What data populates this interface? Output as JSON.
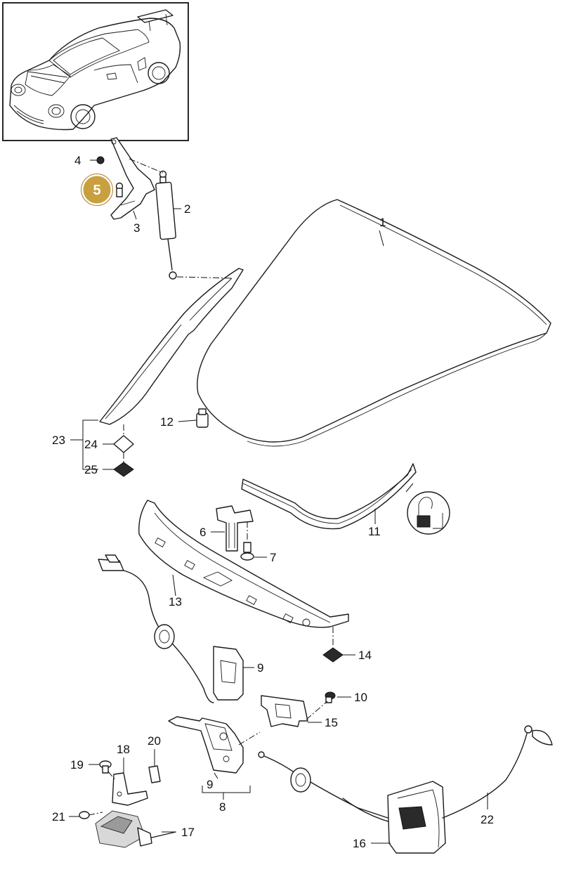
{
  "diagram": {
    "callouts": [
      {
        "id": "1",
        "text": "1"
      },
      {
        "id": "2",
        "text": "2"
      },
      {
        "id": "3",
        "text": "3"
      },
      {
        "id": "4",
        "text": "4"
      },
      {
        "id": "5",
        "text": "5"
      },
      {
        "id": "6",
        "text": "6"
      },
      {
        "id": "7",
        "text": "7"
      },
      {
        "id": "8",
        "text": "8"
      },
      {
        "id": "9a",
        "text": "9"
      },
      {
        "id": "9b",
        "text": "9"
      },
      {
        "id": "10",
        "text": "10"
      },
      {
        "id": "11",
        "text": "11"
      },
      {
        "id": "12",
        "text": "12"
      },
      {
        "id": "13",
        "text": "13"
      },
      {
        "id": "14",
        "text": "14"
      },
      {
        "id": "15",
        "text": "15"
      },
      {
        "id": "16",
        "text": "16"
      },
      {
        "id": "17",
        "text": "17"
      },
      {
        "id": "18",
        "text": "18"
      },
      {
        "id": "19",
        "text": "19"
      },
      {
        "id": "20",
        "text": "20"
      },
      {
        "id": "21",
        "text": "21"
      },
      {
        "id": "22",
        "text": "22"
      },
      {
        "id": "23",
        "text": "23"
      },
      {
        "id": "24",
        "text": "24"
      },
      {
        "id": "25",
        "text": "25"
      }
    ],
    "highlight": {
      "text": "5",
      "color": "#c9a040"
    }
  }
}
